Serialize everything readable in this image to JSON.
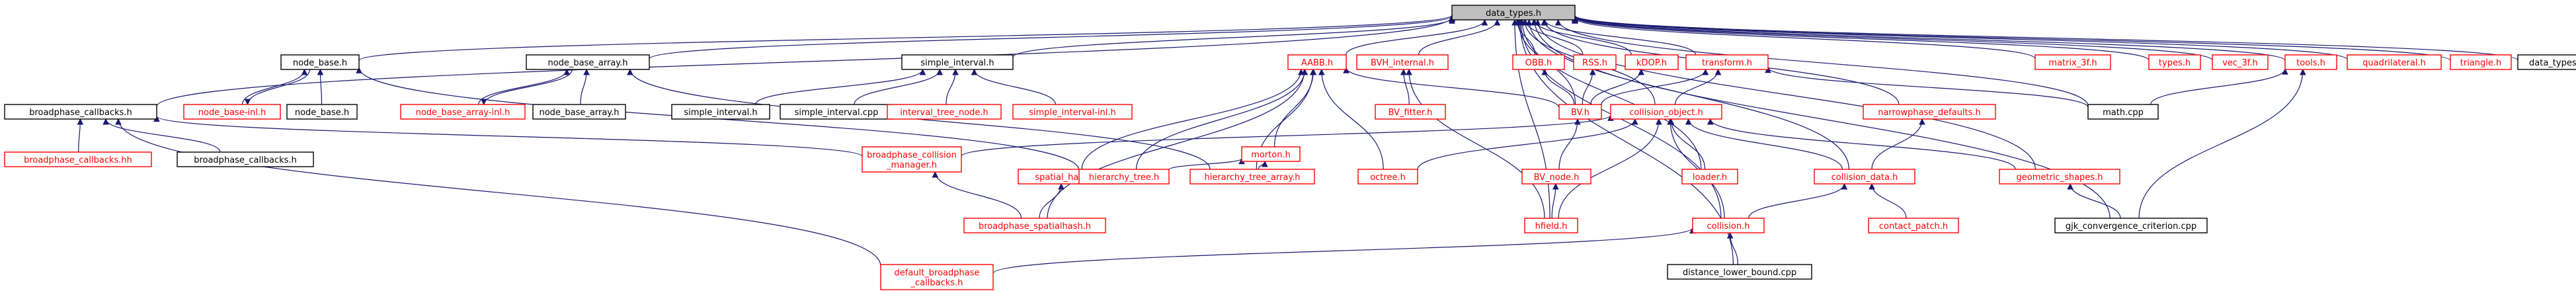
{
  "diagram": {
    "colors": {
      "edge": "#191970",
      "normal_border": "#000000",
      "missing_border": "#ff0000",
      "root_fill": "#bfbfbf"
    },
    "nodes": [
      {
        "id": "data_types_root",
        "lines": [
          "data_types.h"
        ],
        "style": "root"
      },
      {
        "id": "node_base",
        "lines": [
          "node_base.h"
        ],
        "style": "normal"
      },
      {
        "id": "node_base_array",
        "lines": [
          "node_base_array.h"
        ],
        "style": "normal"
      },
      {
        "id": "simple_interval_h",
        "lines": [
          "simple_interval.h"
        ],
        "style": "normal"
      },
      {
        "id": "aabb",
        "lines": [
          "AABB.h"
        ],
        "style": "missing"
      },
      {
        "id": "bvh_internal",
        "lines": [
          "BVH_internal.h"
        ],
        "style": "missing"
      },
      {
        "id": "obb",
        "lines": [
          "OBB.h"
        ],
        "style": "missing"
      },
      {
        "id": "rss",
        "lines": [
          "RSS.h"
        ],
        "style": "missing"
      },
      {
        "id": "kdop",
        "lines": [
          "kDOP.h"
        ],
        "style": "missing"
      },
      {
        "id": "transform",
        "lines": [
          "transform.h"
        ],
        "style": "missing"
      },
      {
        "id": "matrix_3f",
        "lines": [
          "matrix_3f.h"
        ],
        "style": "missing"
      },
      {
        "id": "types_h",
        "lines": [
          "types.h"
        ],
        "style": "missing"
      },
      {
        "id": "vec_3f",
        "lines": [
          "vec_3f.h"
        ],
        "style": "missing"
      },
      {
        "id": "tools",
        "lines": [
          "tools.h"
        ],
        "style": "missing"
      },
      {
        "id": "quadrilateral",
        "lines": [
          "quadrilateral.h"
        ],
        "style": "missing"
      },
      {
        "id": "triangle",
        "lines": [
          "triangle.h"
        ],
        "style": "missing"
      },
      {
        "id": "data_types_leaf",
        "lines": [
          "data_types.h"
        ],
        "style": "normal"
      },
      {
        "id": "broadphase_callbacks_h",
        "lines": [
          "broadphase_callbacks.h"
        ],
        "style": "normal"
      },
      {
        "id": "node_base_inl",
        "lines": [
          "node_base-inl.h"
        ],
        "style": "missing"
      },
      {
        "id": "node_base_leaf",
        "lines": [
          "node_base.h"
        ],
        "style": "normal"
      },
      {
        "id": "node_base_array_inl",
        "lines": [
          "node_base_array-inl.h"
        ],
        "style": "missing"
      },
      {
        "id": "node_base_array_leaf",
        "lines": [
          "node_base_array.h"
        ],
        "style": "normal"
      },
      {
        "id": "simple_interval_leaf",
        "lines": [
          "simple_interval.h"
        ],
        "style": "normal"
      },
      {
        "id": "simple_interval_cpp",
        "lines": [
          "simple_interval.cpp"
        ],
        "style": "normal"
      },
      {
        "id": "interval_tree_node",
        "lines": [
          "interval_tree_node.h"
        ],
        "style": "missing"
      },
      {
        "id": "simple_interval_inl",
        "lines": [
          "simple_interval-inl.h"
        ],
        "style": "missing"
      },
      {
        "id": "bv_fitter",
        "lines": [
          "BV_fitter.h"
        ],
        "style": "missing"
      },
      {
        "id": "bv_h",
        "lines": [
          "BV.h"
        ],
        "style": "missing"
      },
      {
        "id": "collision_object",
        "lines": [
          "collision_object.h"
        ],
        "style": "missing"
      },
      {
        "id": "narrowphase_defaults",
        "lines": [
          "narrowphase_defaults.h"
        ],
        "style": "missing"
      },
      {
        "id": "math_cpp",
        "lines": [
          "math.cpp"
        ],
        "style": "normal"
      },
      {
        "id": "broadphase_callbacks_hh",
        "lines": [
          "broadphase_callbacks.hh"
        ],
        "style": "missing"
      },
      {
        "id": "broadphase_callbacks_leaf",
        "lines": [
          "broadphase_callbacks.h"
        ],
        "style": "normal"
      },
      {
        "id": "broadphase_collision_manager",
        "lines": [
          "broadphase_collision",
          "_manager.h"
        ],
        "style": "missing"
      },
      {
        "id": "morton",
        "lines": [
          "morton.h"
        ],
        "style": "missing"
      },
      {
        "id": "spatial_hash",
        "lines": [
          "spatial_hash.h"
        ],
        "style": "missing"
      },
      {
        "id": "hierarchy_tree",
        "lines": [
          "hierarchy_tree.h"
        ],
        "style": "missing"
      },
      {
        "id": "hierarchy_tree_array",
        "lines": [
          "hierarchy_tree_array.h"
        ],
        "style": "missing"
      },
      {
        "id": "octree",
        "lines": [
          "octree.h"
        ],
        "style": "missing"
      },
      {
        "id": "bv_node",
        "lines": [
          "BV_node.h"
        ],
        "style": "missing"
      },
      {
        "id": "loader",
        "lines": [
          "loader.h"
        ],
        "style": "missing"
      },
      {
        "id": "collision_data",
        "lines": [
          "collision_data.h"
        ],
        "style": "missing"
      },
      {
        "id": "geometric_shapes",
        "lines": [
          "geometric_shapes.h"
        ],
        "style": "missing"
      },
      {
        "id": "gjk_convergence",
        "lines": [
          "gjk_convergence_criterion.cpp"
        ],
        "style": "normal"
      },
      {
        "id": "broadphase_spatialhash",
        "lines": [
          "broadphase_spatialhash.h"
        ],
        "style": "missing"
      },
      {
        "id": "hfield",
        "lines": [
          "hfield.h"
        ],
        "style": "missing"
      },
      {
        "id": "collision_h",
        "lines": [
          "collision.h"
        ],
        "style": "missing"
      },
      {
        "id": "contact_patch",
        "lines": [
          "contact_patch.h"
        ],
        "style": "missing"
      },
      {
        "id": "default_broadphase_callbacks",
        "lines": [
          "default_broadphase",
          "_callbacks.h"
        ],
        "style": "missing"
      },
      {
        "id": "distance_lower_bound",
        "lines": [
          "distance_lower_bound.cpp"
        ],
        "style": "normal"
      }
    ],
    "edges": [
      {
        "from": "data_types_root",
        "to": "broadphase_callbacks_h"
      },
      {
        "from": "data_types_root",
        "to": "node_base"
      },
      {
        "from": "data_types_root",
        "to": "node_base_array"
      },
      {
        "from": "data_types_root",
        "to": "simple_interval_h"
      },
      {
        "from": "data_types_root",
        "to": "aabb"
      },
      {
        "from": "data_types_root",
        "to": "bvh_internal"
      },
      {
        "from": "data_types_root",
        "to": "obb"
      },
      {
        "from": "data_types_root",
        "to": "rss"
      },
      {
        "from": "data_types_root",
        "to": "kdop"
      },
      {
        "from": "data_types_root",
        "to": "transform"
      },
      {
        "from": "data_types_root",
        "to": "matrix_3f"
      },
      {
        "from": "data_types_root",
        "to": "types_h"
      },
      {
        "from": "data_types_root",
        "to": "vec_3f"
      },
      {
        "from": "data_types_root",
        "to": "tools"
      },
      {
        "from": "data_types_root",
        "to": "quadrilateral"
      },
      {
        "from": "data_types_root",
        "to": "triangle"
      },
      {
        "from": "data_types_root",
        "to": "data_types_leaf"
      },
      {
        "from": "data_types_root",
        "to": "bv_h"
      },
      {
        "from": "data_types_root",
        "to": "collision_object"
      },
      {
        "from": "data_types_root",
        "to": "narrowphase_defaults"
      },
      {
        "from": "data_types_root",
        "to": "math_cpp"
      },
      {
        "from": "data_types_root",
        "to": "loader"
      },
      {
        "from": "data_types_root",
        "to": "collision_data"
      },
      {
        "from": "data_types_root",
        "to": "geometric_shapes"
      },
      {
        "from": "data_types_root",
        "to": "gjk_convergence"
      },
      {
        "from": "data_types_root",
        "to": "hfield"
      },
      {
        "from": "data_types_root",
        "to": "collision_h"
      },
      {
        "from": "data_types_root",
        "to": "distance_lower_bound"
      },
      {
        "from": "node_base",
        "to": "node_base_inl"
      },
      {
        "from": "node_base",
        "to": "node_base_leaf"
      },
      {
        "from": "node_base",
        "to": "hierarchy_tree"
      },
      {
        "from": "node_base_inl",
        "to": "node_base"
      },
      {
        "from": "node_base_array",
        "to": "node_base_array_inl"
      },
      {
        "from": "node_base_array",
        "to": "node_base_array_leaf"
      },
      {
        "from": "node_base_array",
        "to": "hierarchy_tree_array"
      },
      {
        "from": "node_base_array_inl",
        "to": "node_base_array"
      },
      {
        "from": "simple_interval_h",
        "to": "simple_interval_leaf"
      },
      {
        "from": "simple_interval_h",
        "to": "simple_interval_cpp"
      },
      {
        "from": "simple_interval_h",
        "to": "interval_tree_node"
      },
      {
        "from": "simple_interval_h",
        "to": "simple_interval_inl"
      },
      {
        "from": "aabb",
        "to": "bv_h"
      },
      {
        "from": "aabb",
        "to": "spatial_hash"
      },
      {
        "from": "aabb",
        "to": "morton"
      },
      {
        "from": "aabb",
        "to": "hierarchy_tree"
      },
      {
        "from": "aabb",
        "to": "hierarchy_tree_array"
      },
      {
        "from": "aabb",
        "to": "octree"
      },
      {
        "from": "aabb",
        "to": "broadphase_spatialhash"
      },
      {
        "from": "bvh_internal",
        "to": "bv_fitter"
      },
      {
        "from": "bvh_internal",
        "to": "hfield"
      },
      {
        "from": "obb",
        "to": "bv_h"
      },
      {
        "from": "rss",
        "to": "bv_h"
      },
      {
        "from": "kdop",
        "to": "bv_h"
      },
      {
        "from": "transform",
        "to": "bv_h"
      },
      {
        "from": "transform",
        "to": "collision_object"
      },
      {
        "from": "transform",
        "to": "math_cpp"
      },
      {
        "from": "tools",
        "to": "math_cpp"
      },
      {
        "from": "tools",
        "to": "gjk_convergence"
      },
      {
        "from": "broadphase_callbacks_h",
        "to": "broadphase_callbacks_hh"
      },
      {
        "from": "broadphase_callbacks_h",
        "to": "broadphase_callbacks_leaf"
      },
      {
        "from": "broadphase_callbacks_h",
        "to": "broadphase_collision_manager"
      },
      {
        "from": "broadphase_callbacks_h",
        "to": "default_broadphase_callbacks"
      },
      {
        "from": "bv_h",
        "to": "bv_node"
      },
      {
        "from": "collision_object",
        "to": "broadphase_collision_manager"
      },
      {
        "from": "collision_object",
        "to": "octree"
      },
      {
        "from": "collision_object",
        "to": "loader"
      },
      {
        "from": "collision_object",
        "to": "collision_data"
      },
      {
        "from": "collision_object",
        "to": "geometric_shapes"
      },
      {
        "from": "collision_object",
        "to": "hfield"
      },
      {
        "from": "collision_object",
        "to": "collision_h"
      },
      {
        "from": "narrowphase_defaults",
        "to": "collision_data"
      },
      {
        "from": "morton",
        "to": "hierarchy_tree"
      },
      {
        "from": "morton",
        "to": "hierarchy_tree_array"
      },
      {
        "from": "spatial_hash",
        "to": "broadphase_spatialhash"
      },
      {
        "from": "broadphase_collision_manager",
        "to": "broadphase_spatialhash"
      },
      {
        "from": "bv_node",
        "to": "hfield"
      },
      {
        "from": "collision_data",
        "to": "collision_h"
      },
      {
        "from": "collision_data",
        "to": "contact_patch"
      },
      {
        "from": "geometric_shapes",
        "to": "gjk_convergence"
      },
      {
        "from": "collision_h",
        "to": "default_broadphase_callbacks"
      },
      {
        "from": "collision_h",
        "to": "distance_lower_bound"
      }
    ]
  }
}
